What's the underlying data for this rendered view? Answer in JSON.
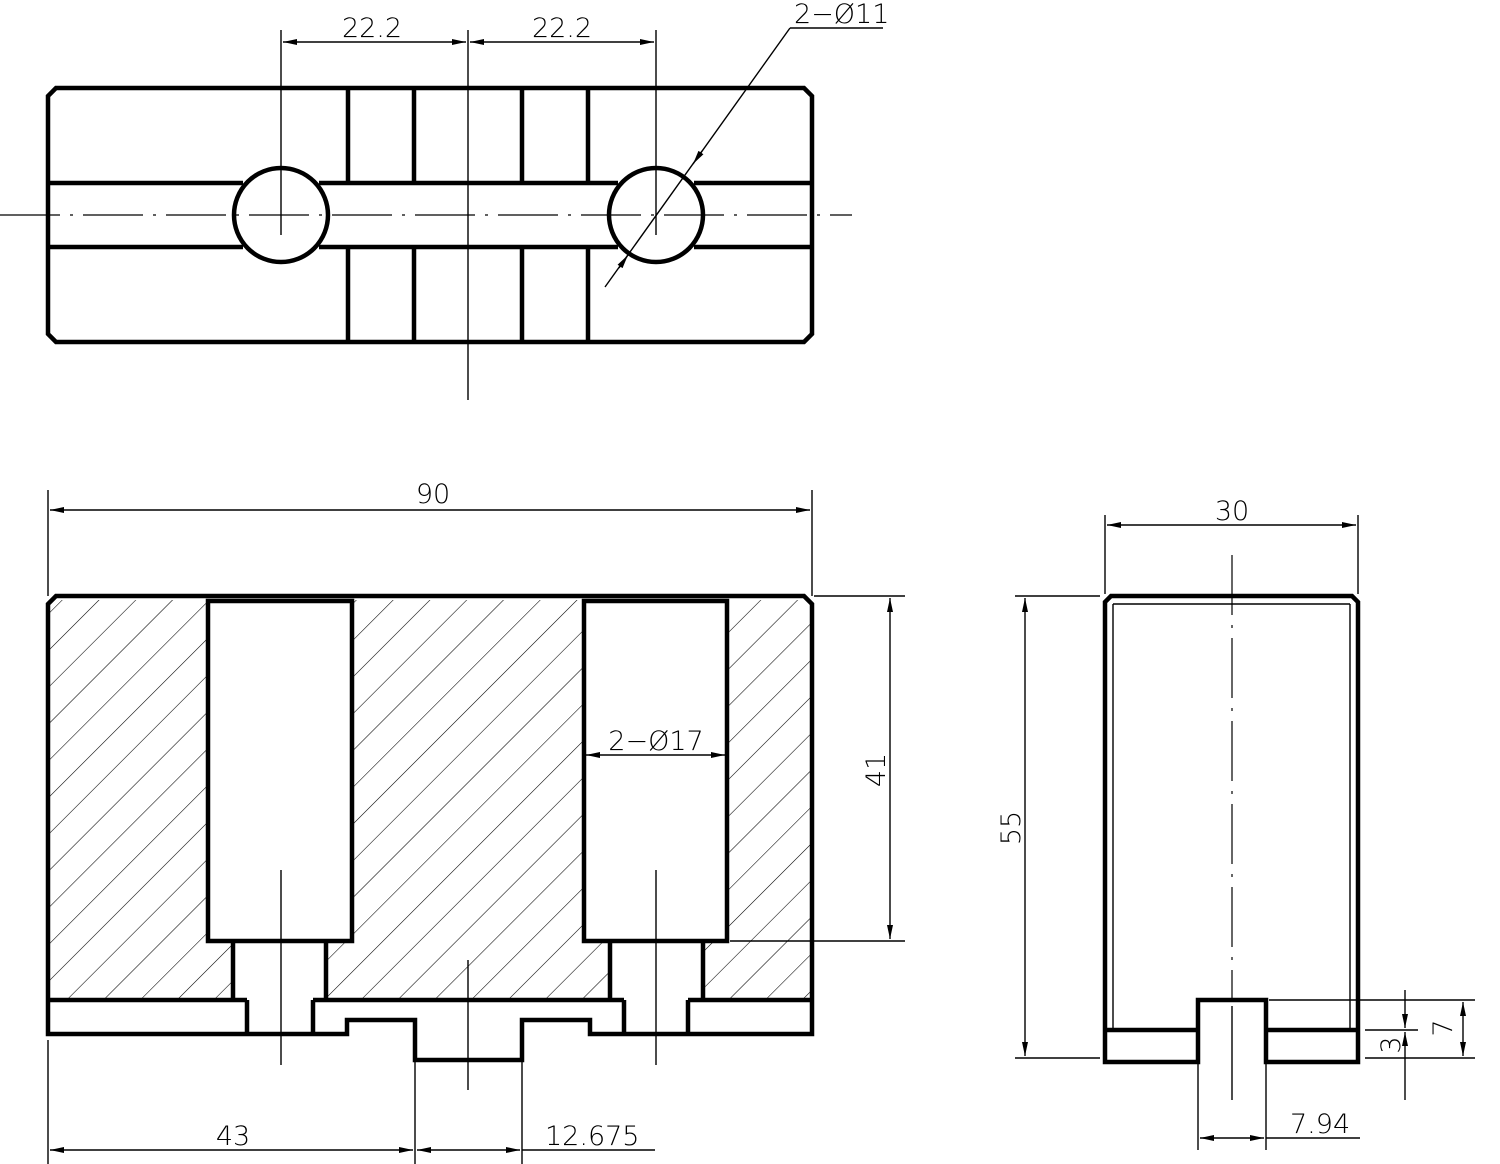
{
  "drawing": {
    "line_color": "#000000",
    "background": "#ffffff",
    "top_view": {
      "dims": {
        "pitch_left": "22.2",
        "pitch_right": "22.2",
        "hole_callout": "2−Ø11"
      }
    },
    "front_view": {
      "dims": {
        "width": "90",
        "counterbore_depth": "41",
        "counterbore_callout": "2−Ø17",
        "key_offset": "43",
        "key_width": "12.675"
      },
      "section_hatch": true
    },
    "side_view": {
      "dims": {
        "width": "30",
        "height": "55",
        "slot_depth_inner": "3",
        "slot_depth": "7",
        "slot_width": "7.94"
      }
    }
  }
}
